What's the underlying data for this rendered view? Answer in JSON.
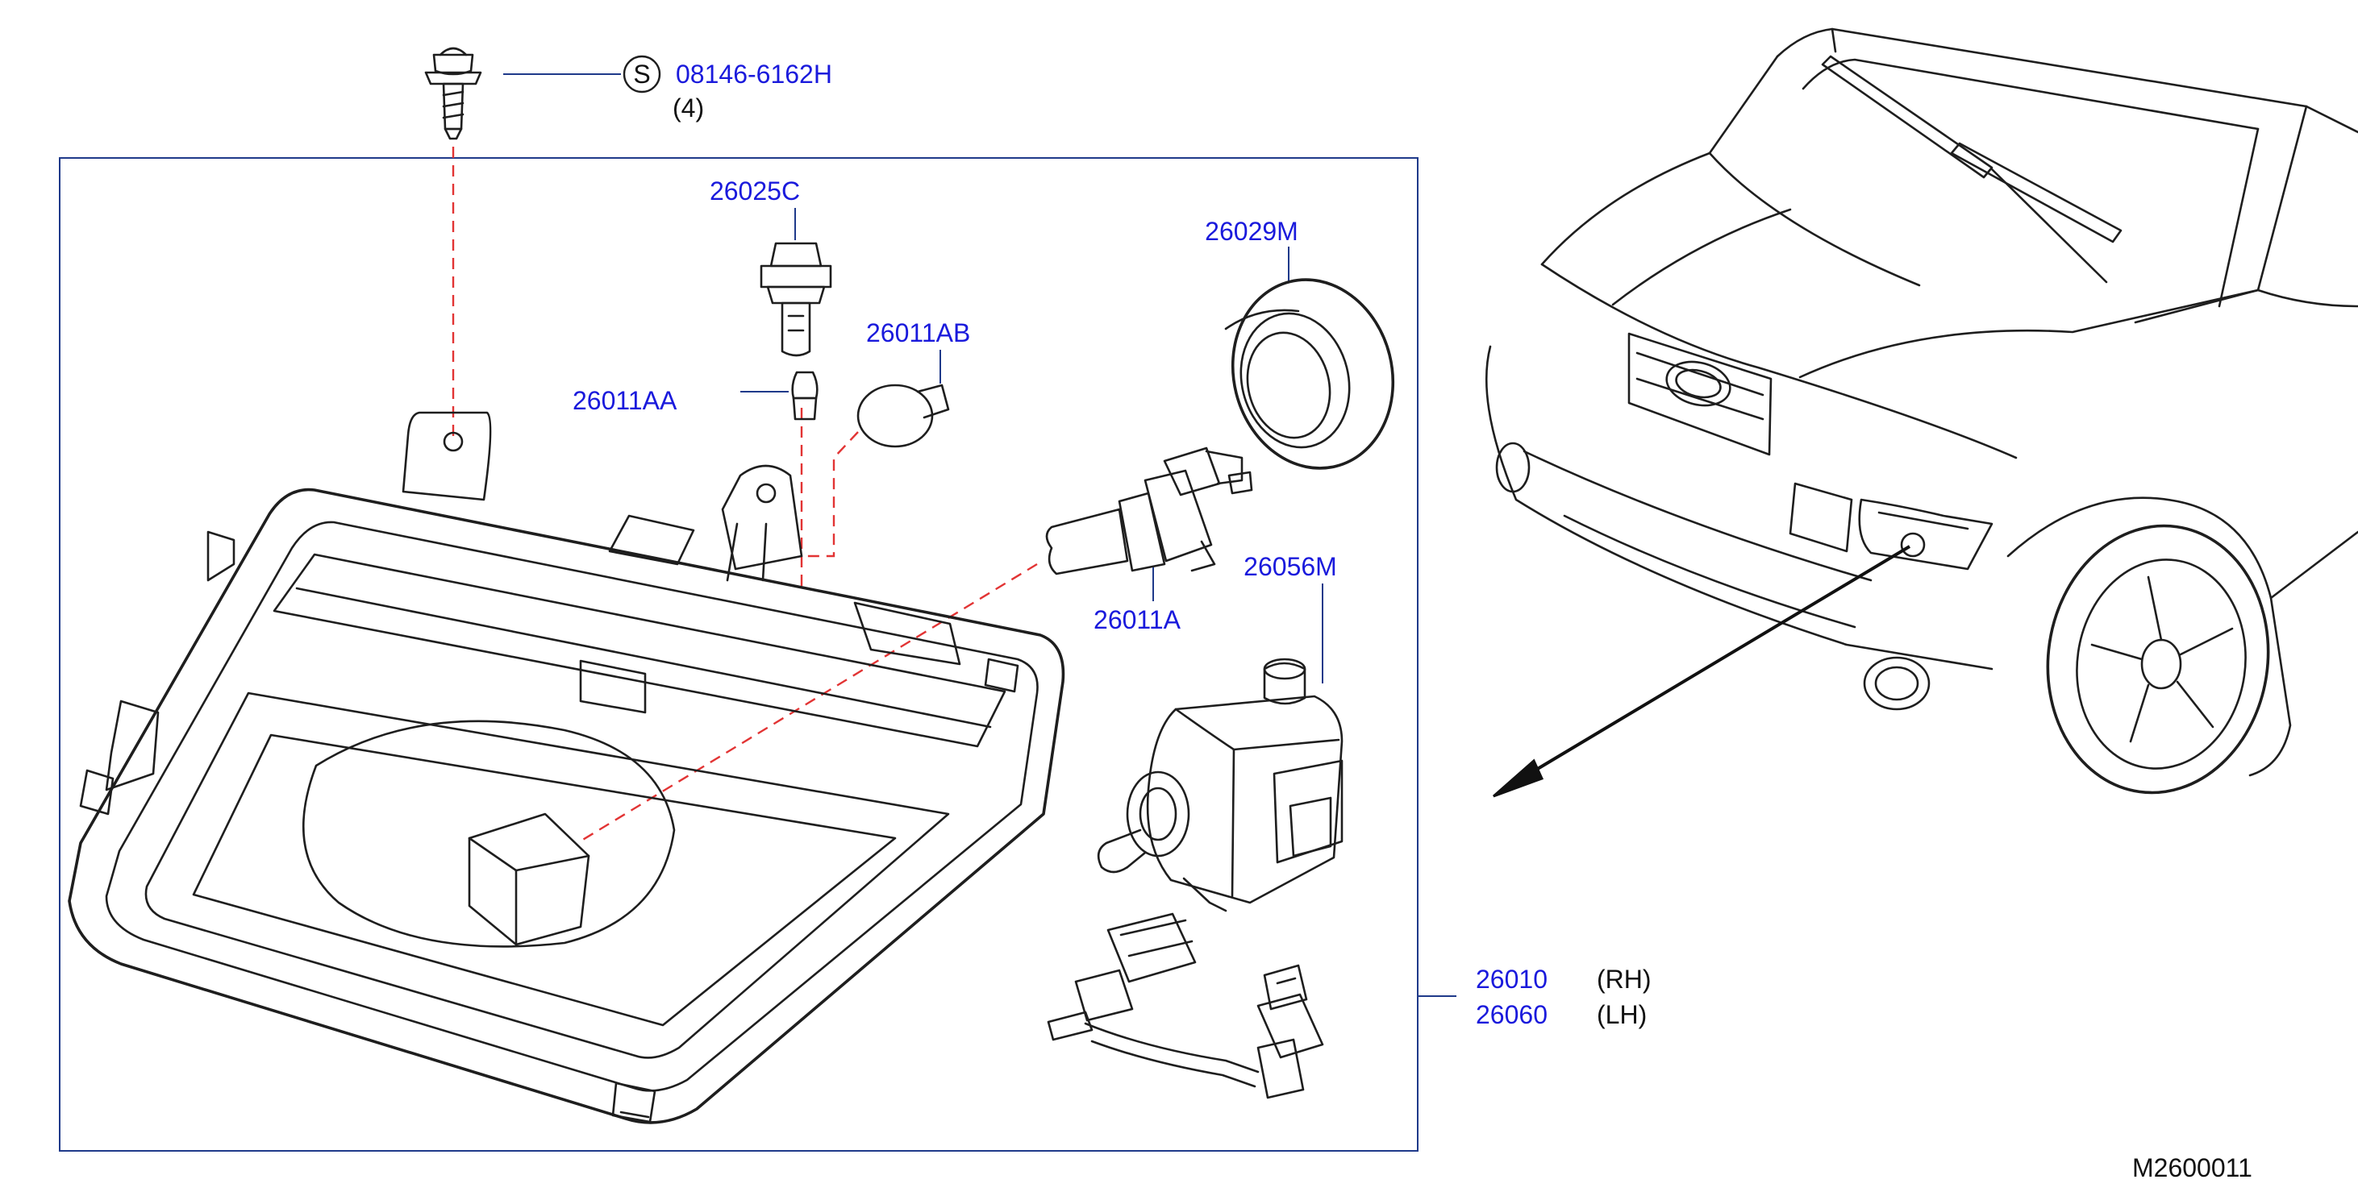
{
  "diagram": {
    "screw_symbol": "S",
    "screw_part": "08146-6162H",
    "screw_qty": "(4)",
    "parts": {
      "p26025C": "26025C",
      "p26029M": "26029M",
      "p26011AB": "26011AB",
      "p26011AA": "26011AA",
      "p26011A": "26011A",
      "p26056M": "26056M",
      "p26010": "26010",
      "p26060": "26060"
    },
    "side_rh": "(RH)",
    "side_lh": "(LH)",
    "drawing_code": "M2600011"
  },
  "colors": {
    "callout_text": "#1a1adc",
    "leader_line": "#1f3a8a",
    "dashed_guide": "#e23434",
    "line_art": "#1e1e1e"
  }
}
